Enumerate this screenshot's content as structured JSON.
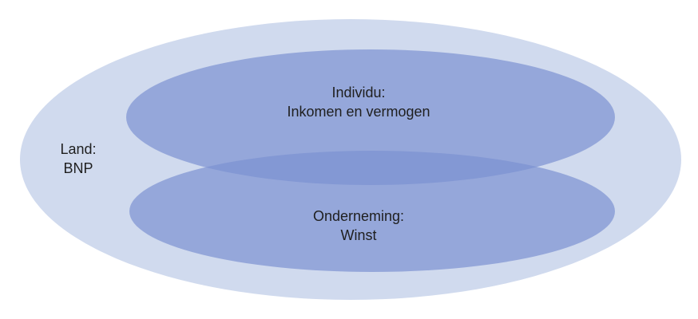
{
  "colors": {
    "outer_fill": "#D0DAEE",
    "inner_fill": "#7C92D2",
    "inner_opacity": 0.7,
    "text": "#1f1f1f"
  },
  "land": {
    "line1": "Land:",
    "line2": "BNP"
  },
  "individu": {
    "line1": "Individu:",
    "line2": "Inkomen en vermogen"
  },
  "onderneming": {
    "line1": "Onderneming:",
    "line2": "Winst"
  }
}
